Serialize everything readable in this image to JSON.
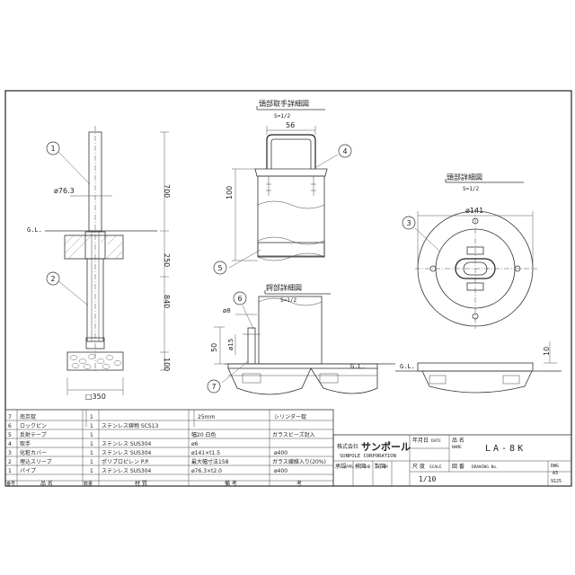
{
  "views": {
    "head_handle": {
      "title": "頭部取手詳細図",
      "scale": "S=1/2"
    },
    "head": {
      "title": "頭部詳細図",
      "scale": "S=1/2"
    },
    "bottom": {
      "title": "鍔部詳細図",
      "scale": "S=1/2"
    }
  },
  "dims": {
    "pipe_dia": "ø76.3",
    "h700": "700",
    "h250": "250",
    "h840": "840",
    "h100": "100",
    "base": "□350",
    "handle_w": "56",
    "handle_h": "100",
    "head_dia": "ø141",
    "d8": "ø8",
    "d15": "ø15",
    "h50": "50",
    "h10": "10"
  },
  "ground": "G.L.",
  "callouts": [
    "1",
    "2",
    "3",
    "4",
    "5",
    "6",
    "7"
  ],
  "parts_table": {
    "rows": [
      {
        "no": "7",
        "name": "南京錠",
        "qty": "1",
        "material": "",
        "size": "25mm",
        "note": "シリンダー錠"
      },
      {
        "no": "6",
        "name": "ロックピン",
        "qty": "1",
        "material": "ステンレス鋳物 SCS13",
        "size": "",
        "note": ""
      },
      {
        "no": "5",
        "name": "反射テープ",
        "qty": "1",
        "material": "",
        "size": "幅20 白色",
        "note": "ガラスビーズ封入"
      },
      {
        "no": "4",
        "name": "取手",
        "qty": "1",
        "material": "ステンレス SUS304",
        "size": "ø6",
        "note": ""
      },
      {
        "no": "3",
        "name": "化粧カバー",
        "qty": "1",
        "material": "ステンレス SUS304",
        "size": "ø141×t1.5",
        "note": "ø400"
      },
      {
        "no": "2",
        "name": "埋込スリーブ",
        "qty": "1",
        "material": "ポリプロピレン P.P.",
        "size": "最大幅寸法158",
        "note": "ガラス繊維入り(20%)"
      },
      {
        "no": "1",
        "name": "パイプ",
        "qty": "1",
        "material": "ステンレス SUS304",
        "size": "ø76.3×t2.0",
        "note": "ø400"
      }
    ],
    "headers": {
      "no": "番号",
      "name": "品 名",
      "qty": "数量",
      "material": "材 質",
      "size": "備 考",
      "note": "考"
    }
  },
  "title_block": {
    "company_prefix": "株式会社",
    "company": "サンポール",
    "company_en": "SUNPOLE CORPORATION",
    "date_label": "年月日",
    "date_en": "DATE",
    "name_label": "品 名",
    "name_en": "NAME",
    "product": "LA-8K",
    "approved": "承認",
    "approved_en": "APPR.",
    "checked": "検図",
    "checked_en": "CHD",
    "drawn": "製図",
    "drawn_en": "DR",
    "scale_label": "尺 度",
    "scale_en": "SCALE",
    "scale": "1/10",
    "dwg_label": "図 番",
    "dwg_en": "DRAWING No.",
    "dwg": "DWG",
    "sheet": "A3",
    "code": "9125"
  }
}
